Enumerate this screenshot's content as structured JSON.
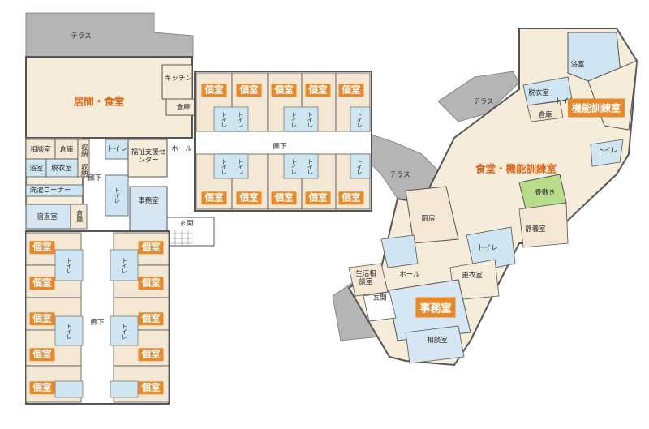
{
  "colors": {
    "wall": "#555555",
    "room_fill": "#f4e7d3",
    "common_fill": "#f6ecda",
    "corridor_fill": "#ffffff",
    "wet_fill": "#cfe6f2",
    "office_fill": "#d6e6f3",
    "tatami_fill": "#b8dc8a",
    "terrace_fill": "#b5b5b5",
    "label_orange": "#e8892b"
  },
  "labels": {
    "terrace_top": "テラス",
    "terrace_right_top": "テラス",
    "terrace_right_mid": "テラス",
    "living_dining": "居間・食堂",
    "kitchen": "キッチン",
    "storage_a": "倉庫",
    "consult_room": "相談室",
    "storage_b": "倉庫",
    "storage_c": "収納",
    "storage_d": "収納",
    "bath_left": "浴室",
    "dressing_left": "脱衣室",
    "toilet_left": "トイレ",
    "welfare_center": "福祉支援センター",
    "hall_center": "ホール",
    "corridor_center": "廊下",
    "laundry": "洗濯コーナー",
    "corridor_left": "廊下",
    "night_duty": "宿直室",
    "storage_e": "倉庫",
    "office_left": "事務室",
    "entrance_center": "玄関",
    "corridor_wing": "廊下",
    "toilet": "トイレ",
    "private_room": "個室",
    "bath_right": "浴室",
    "dressing_right": "脱衣室",
    "toilet_right_a": "トイレ",
    "storage_right": "倉庫",
    "rehab_room": "機能訓練室",
    "toilet_right_b": "トイレ",
    "dining_rehab": "食堂・機能訓練室",
    "tatami": "畳敷き",
    "kitchen_right": "厨房",
    "rest_room": "静養室",
    "toilet_right_c": "トイレ",
    "life_consult": "生活相談室",
    "hall_right": "ホール",
    "changing": "更衣室",
    "entrance_right": "玄関",
    "office_right": "事務室",
    "consult_right": "相談室"
  }
}
